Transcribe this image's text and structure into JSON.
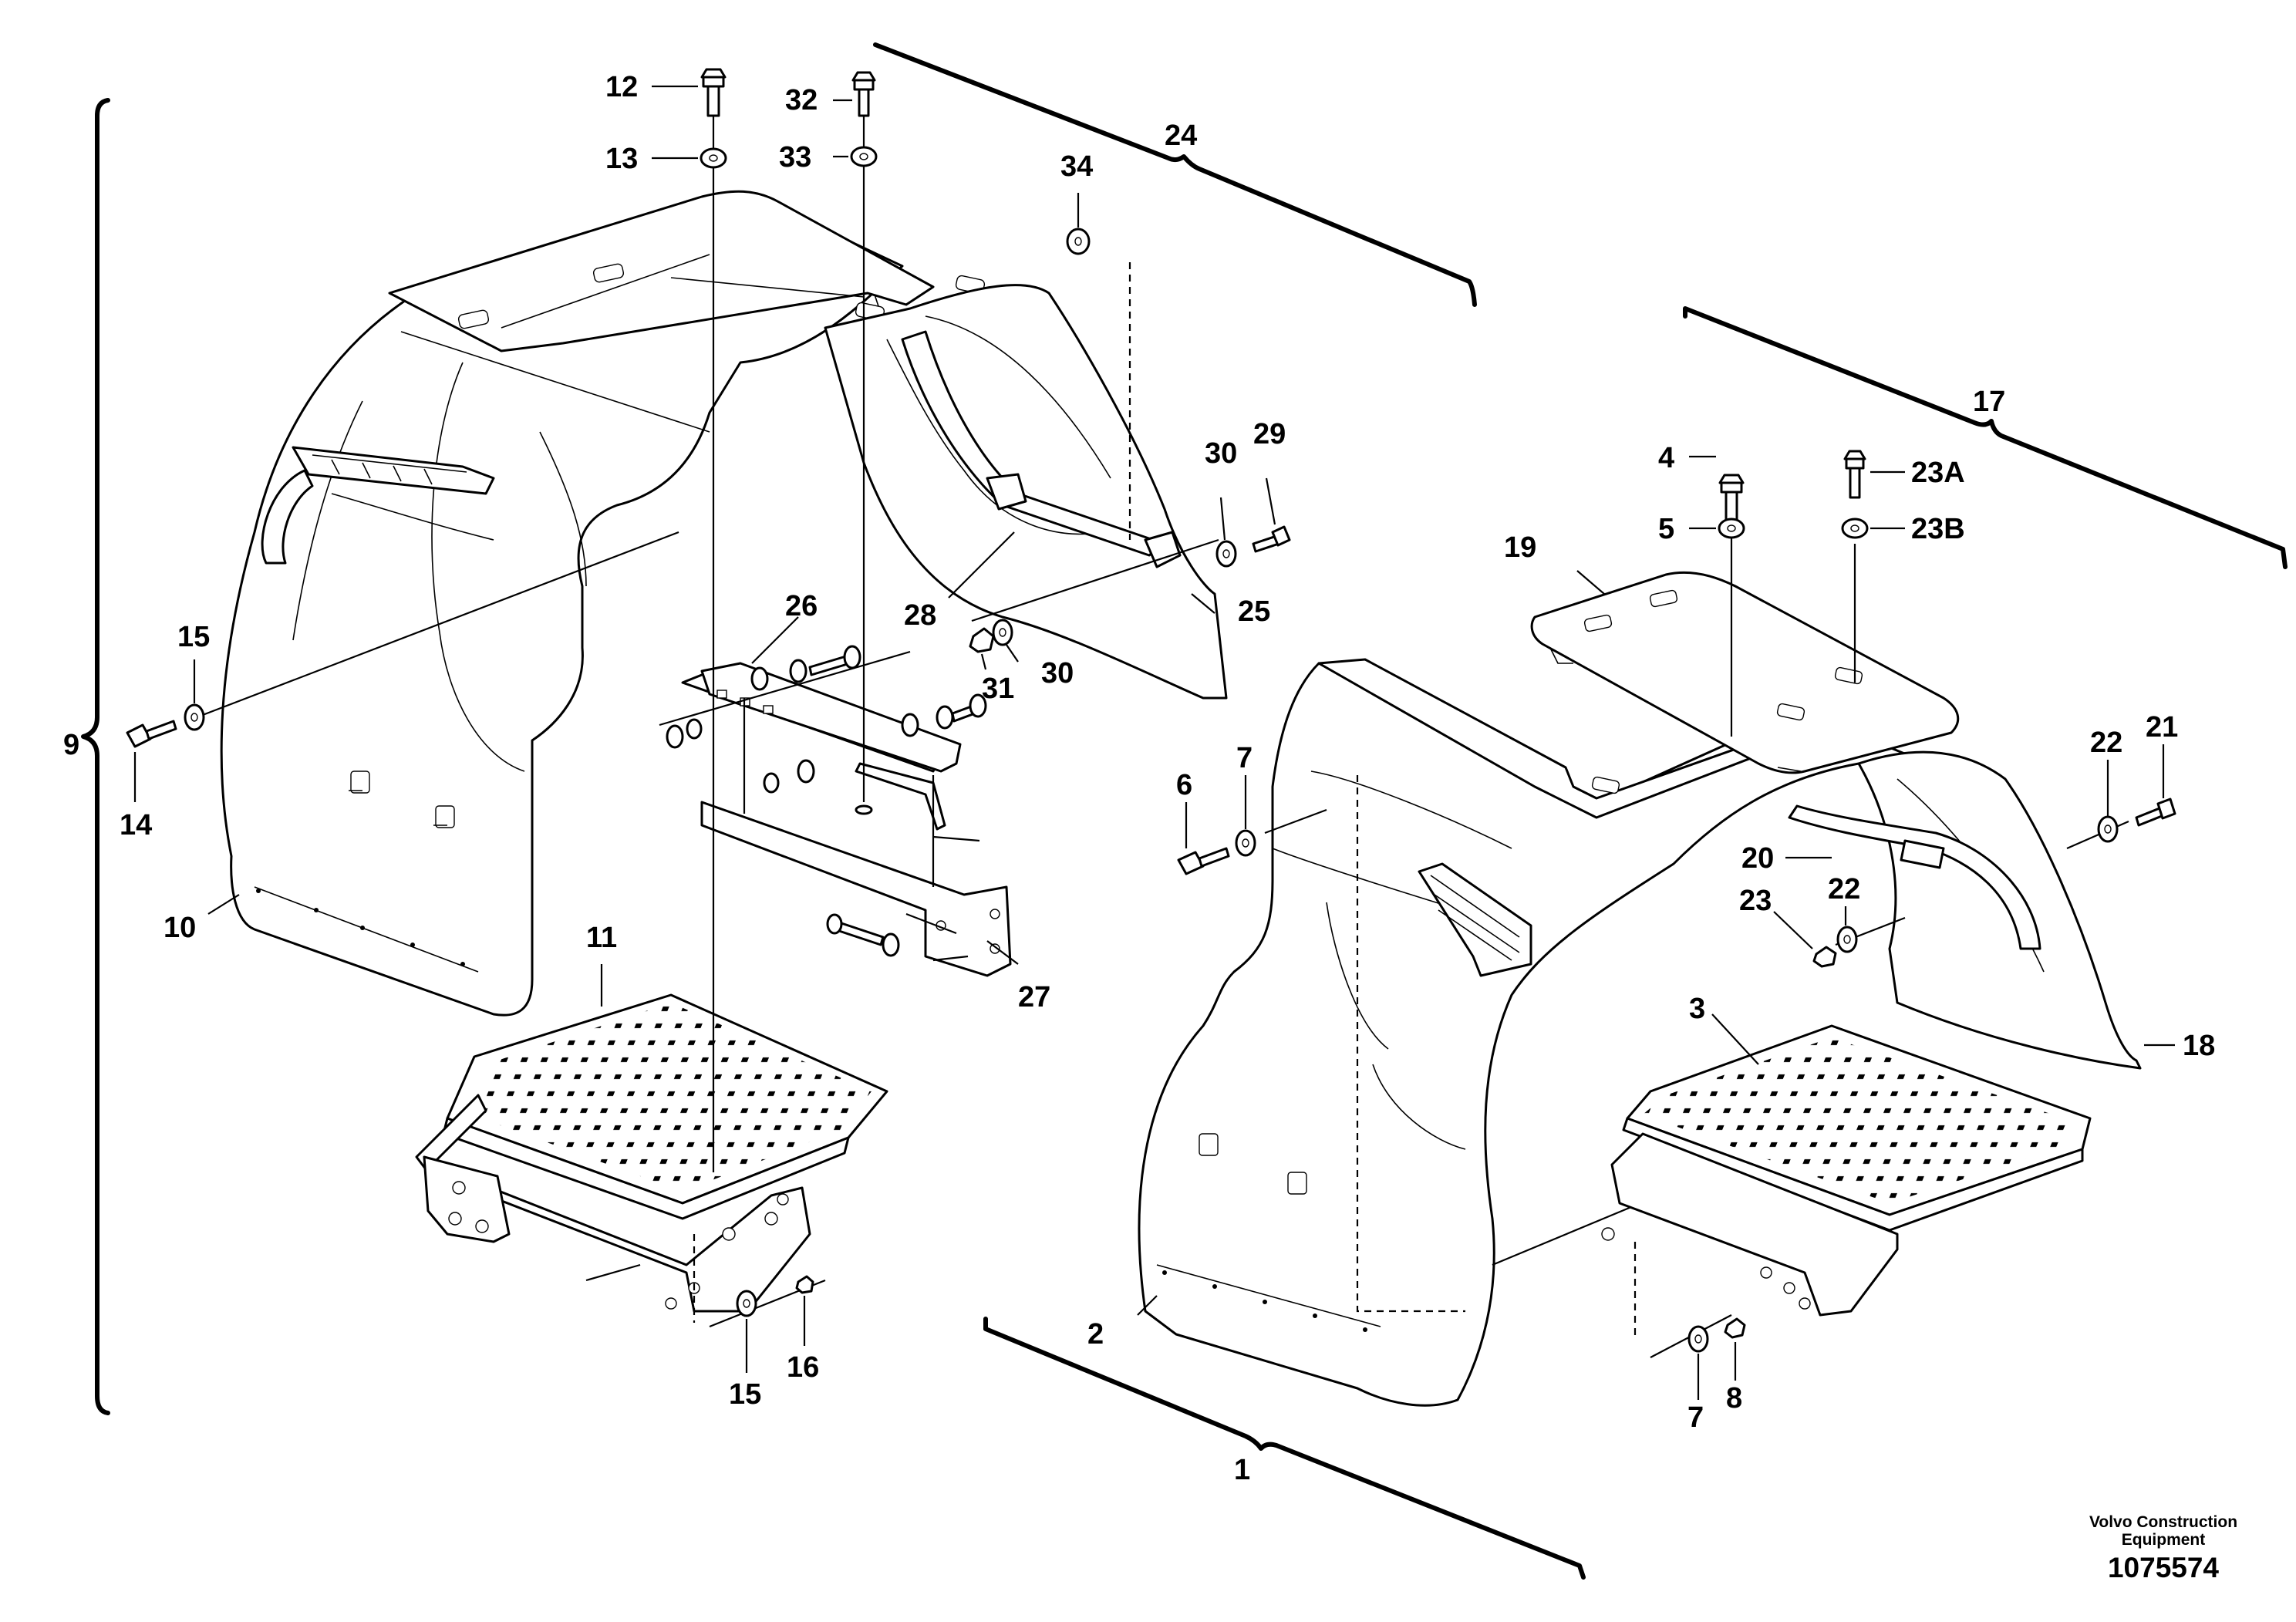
{
  "labels": {
    "l1": "1",
    "l2": "2",
    "l3": "3",
    "l4": "4",
    "l5": "5",
    "l6": "6",
    "l7a": "7",
    "l7b": "7",
    "l8": "8",
    "l9": "9",
    "l10": "10",
    "l11": "11",
    "l12": "12",
    "l13": "13",
    "l14": "14",
    "l15a": "15",
    "l15b": "15",
    "l16": "16",
    "l17": "17",
    "l18": "18",
    "l19": "19",
    "l20": "20",
    "l21": "21",
    "l22a": "22",
    "l22b": "22",
    "l23": "23",
    "l23A": "23A",
    "l23B": "23B",
    "l24": "24",
    "l25": "25",
    "l26": "26",
    "l27": "27",
    "l28": "28",
    "l29": "29",
    "l30a": "30",
    "l30b": "30",
    "l31": "31",
    "l32": "32",
    "l33": "33",
    "l34": "34"
  },
  "footer": {
    "brand_line1": "Volvo Construction",
    "brand_line2": "Equipment",
    "drawing_number": "1075574"
  }
}
